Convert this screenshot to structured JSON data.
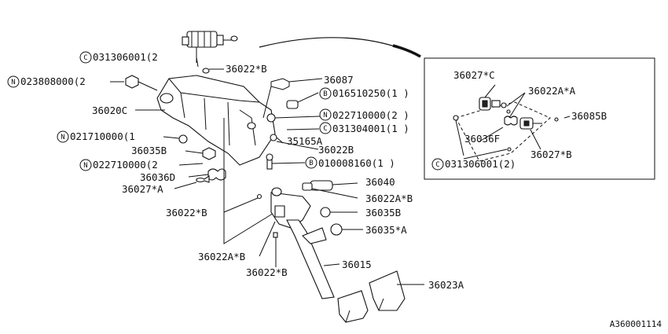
{
  "labels": {
    "c031306001_top": "031306001(2",
    "n023808000": "023808000(2",
    "p36022B_a": "36022*B",
    "p36087": "36087",
    "p36020C": "36020C",
    "b016510250": "016510250(1 )",
    "n022710000_a": "022710000(2 )",
    "c031304001": "031304001(1 )",
    "n021710000": "021710000(1",
    "p35165A": "35165A",
    "p36035B_a": "36035B",
    "p36022B_b": "36022B",
    "b010008160": "010008160(1 )",
    "n022710000_b": "022710000(2",
    "p36036D": "36036D",
    "p36027A": "36027*A",
    "p36040": "36040",
    "p36022AB_a": "36022A*B",
    "p36022B_c": "36022*B",
    "p36035B_b": "36035B",
    "p36035A": "36035*A",
    "p36022AB_b": "36022A*B",
    "p36015": "36015",
    "p36022B_d": "36022*B",
    "p36023A": "36023A",
    "inset_36027C": "36027*C",
    "inset_36022AA": "36022A*A",
    "inset_36085B": "36085B",
    "inset_36036F": "36036F",
    "inset_36027B": "36027*B",
    "inset_c031306001": "031306001(2)",
    "diagram_code": "A360001114"
  },
  "prefix": {
    "C": "C",
    "N": "N",
    "B": "B"
  }
}
